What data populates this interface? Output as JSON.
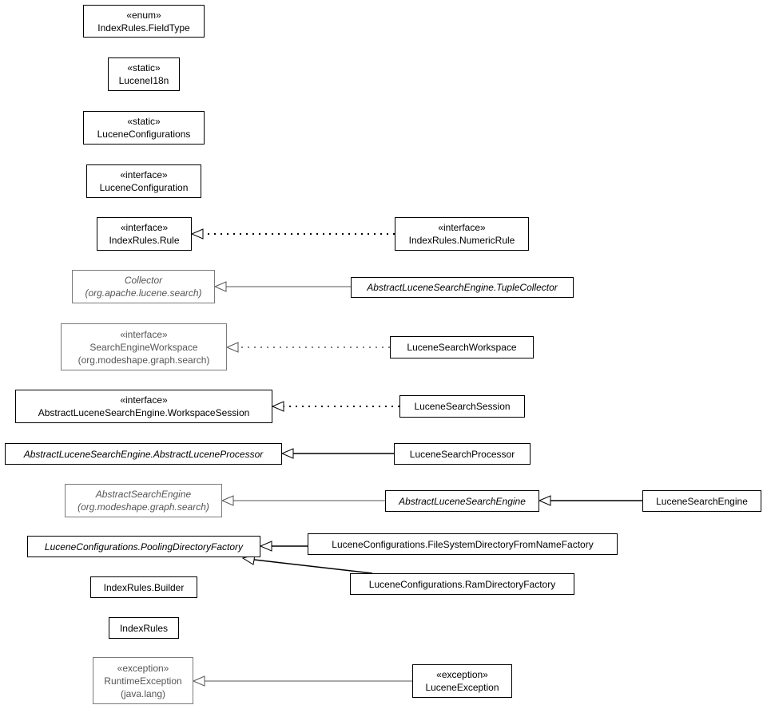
{
  "nodes": {
    "fieldtype": {
      "stereotype": "«enum»",
      "name": "IndexRules.FieldType",
      "package": ""
    },
    "i18n": {
      "stereotype": "«static»",
      "name": "LuceneI18n",
      "package": ""
    },
    "configs": {
      "stereotype": "«static»",
      "name": "LuceneConfigurations",
      "package": ""
    },
    "config": {
      "stereotype": "«interface»",
      "name": "LuceneConfiguration",
      "package": ""
    },
    "rule": {
      "stereotype": "«interface»",
      "name": "IndexRules.Rule",
      "package": ""
    },
    "numericrule": {
      "stereotype": "«interface»",
      "name": "IndexRules.NumericRule",
      "package": ""
    },
    "collector": {
      "stereotype": "",
      "name": "Collector",
      "package": "(org.apache.lucene.search)"
    },
    "tuplecollector": {
      "stereotype": "",
      "name": "AbstractLuceneSearchEngine.TupleCollector",
      "package": ""
    },
    "seworkspace": {
      "stereotype": "«interface»",
      "name": "SearchEngineWorkspace",
      "package": "(org.modeshape.graph.search)"
    },
    "lsworkspace": {
      "stereotype": "",
      "name": "LuceneSearchWorkspace",
      "package": ""
    },
    "wssession": {
      "stereotype": "«interface»",
      "name": "AbstractLuceneSearchEngine.WorkspaceSession",
      "package": ""
    },
    "lssession": {
      "stereotype": "",
      "name": "LuceneSearchSession",
      "package": ""
    },
    "absprocessor": {
      "stereotype": "",
      "name": "AbstractLuceneSearchEngine.AbstractLuceneProcessor",
      "package": ""
    },
    "lsprocessor": {
      "stereotype": "",
      "name": "LuceneSearchProcessor",
      "package": ""
    },
    "abssearchengine": {
      "stereotype": "",
      "name": "AbstractSearchEngine",
      "package": "(org.modeshape.graph.search)"
    },
    "abslucenese": {
      "stereotype": "",
      "name": "AbstractLuceneSearchEngine",
      "package": ""
    },
    "lucenese": {
      "stereotype": "",
      "name": "LuceneSearchEngine",
      "package": ""
    },
    "pooling": {
      "stereotype": "",
      "name": "LuceneConfigurations.PoolingDirectoryFactory",
      "package": ""
    },
    "fsfactory": {
      "stereotype": "",
      "name": "LuceneConfigurations.FileSystemDirectoryFromNameFactory",
      "package": ""
    },
    "builder": {
      "stereotype": "",
      "name": "IndexRules.Builder",
      "package": ""
    },
    "ramfactory": {
      "stereotype": "",
      "name": "LuceneConfigurations.RamDirectoryFactory",
      "package": ""
    },
    "indexrules": {
      "stereotype": "",
      "name": "IndexRules",
      "package": ""
    },
    "runtimeex": {
      "stereotype": "«exception»",
      "name": "RuntimeException",
      "package": "(java.lang)"
    },
    "luceneex": {
      "stereotype": "«exception»",
      "name": "LuceneException",
      "package": ""
    }
  },
  "colors": {
    "line": "#000000",
    "external": "#7a7a7a",
    "external_text": "#555555"
  }
}
